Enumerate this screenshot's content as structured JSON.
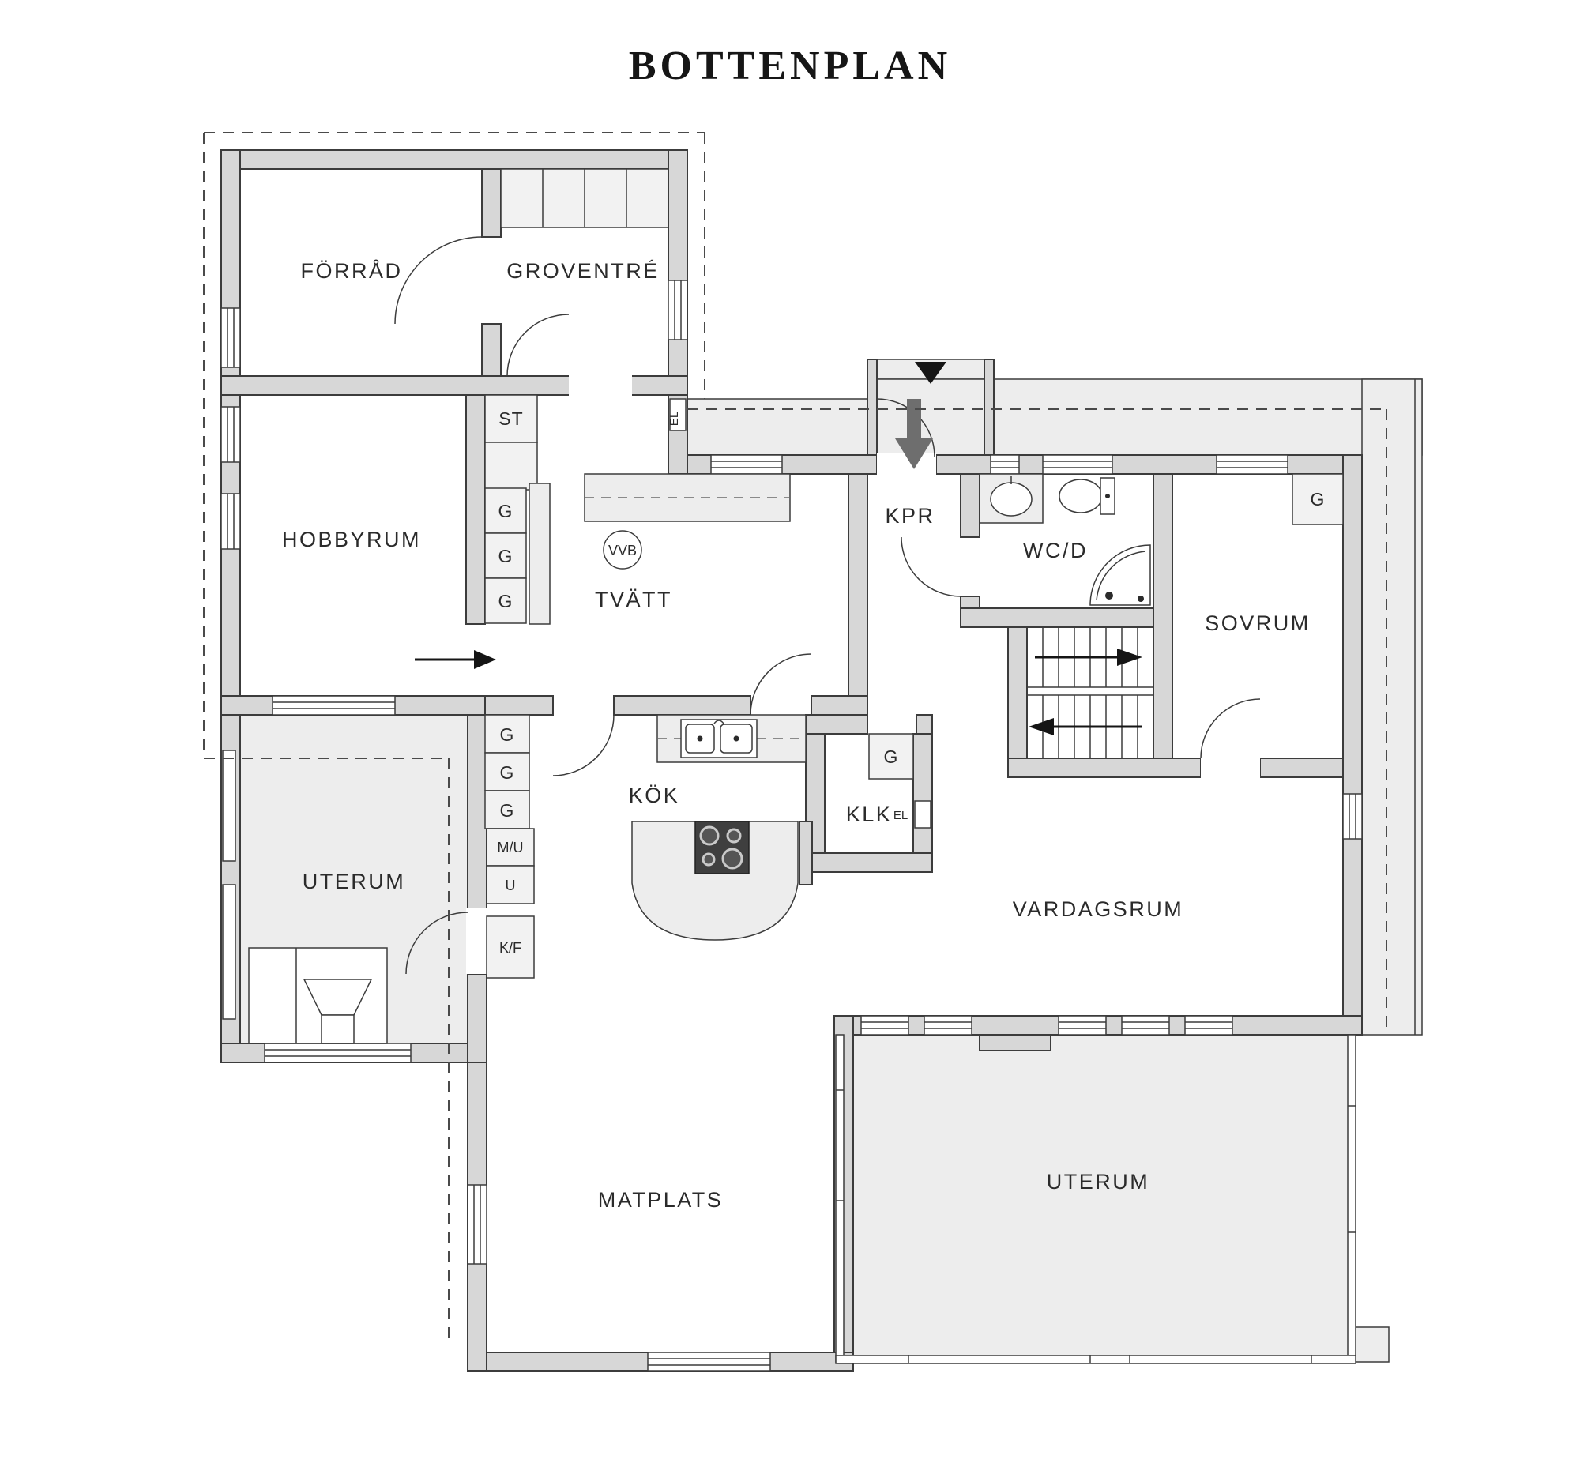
{
  "title": "BOTTENPLAN",
  "colors": {
    "wall_fill": "#d7d7d7",
    "line": "#3c3c3c",
    "outdoor_floor": "#ededed",
    "cabinet_fill": "#f2f2f2",
    "entry_arrow": "#6e6e6e",
    "text": "#2b2b2b"
  },
  "rooms": {
    "forrad": "FÖRRÅD",
    "groventre": "GROVENTRÉ",
    "hobbyrum": "HOBBYRUM",
    "tvatt": "TVÄTT",
    "kpr": "KPR",
    "wcd": "WC/D",
    "sovrum": "SOVRUM",
    "klk": "KLK",
    "kok": "KÖK",
    "vardagsrum": "VARDAGSRUM",
    "matplats": "MATPLATS",
    "uterum_left": "UTERUM",
    "uterum_bottom": "UTERUM"
  },
  "fixtures": {
    "st": "ST",
    "vvb": "VVB",
    "el": "EL",
    "g": "G",
    "mu": "M/U",
    "u": "U",
    "kf": "K/F"
  }
}
